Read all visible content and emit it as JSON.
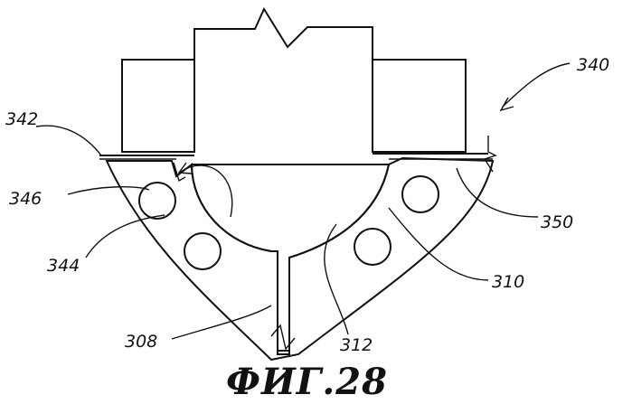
{
  "figure": {
    "caption": "ФИГ.28",
    "reference_numerals": {
      "assembly": "340",
      "plate": "342",
      "channel": "346",
      "upper_ball": "344",
      "base": "308",
      "housing": "310",
      "socket": "312",
      "right_plate": "350"
    }
  }
}
